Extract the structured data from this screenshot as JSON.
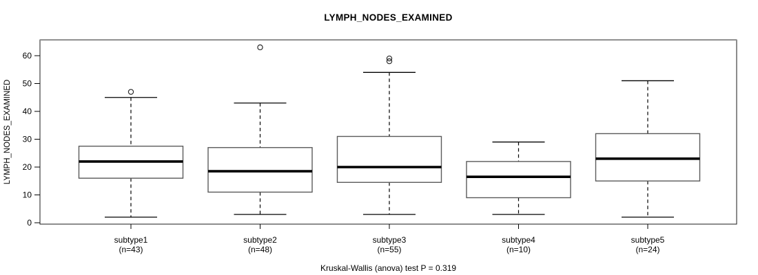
{
  "title": "LYMPH_NODES_EXAMINED",
  "chart_data": {
    "type": "boxplot",
    "title": "LYMPH_NODES_EXAMINED",
    "xlabel": "",
    "ylabel": "LYMPH_NODES_EXAMINED",
    "ylim": [
      0,
      65
    ],
    "yticks": [
      0,
      10,
      20,
      30,
      40,
      50,
      60
    ],
    "grid": "off",
    "annotation": "Kruskal-Wallis (anova) test P = 0.319",
    "groups": [
      {
        "label": "subtype1",
        "sublabel": "(n=43)",
        "n": 43,
        "whisker_low": 2,
        "q1": 16,
        "median": 22,
        "q3": 27.5,
        "whisker_high": 45,
        "outliers": [
          47
        ]
      },
      {
        "label": "subtype2",
        "sublabel": "(n=48)",
        "n": 48,
        "whisker_low": 3,
        "q1": 11,
        "median": 18.5,
        "q3": 27,
        "whisker_high": 43,
        "outliers": [
          63
        ]
      },
      {
        "label": "subtype3",
        "sublabel": "(n=55)",
        "n": 55,
        "whisker_low": 3,
        "q1": 14.5,
        "median": 20,
        "q3": 31,
        "whisker_high": 54,
        "outliers": [
          58,
          59
        ]
      },
      {
        "label": "subtype4",
        "sublabel": "(n=10)",
        "n": 10,
        "whisker_low": 3,
        "q1": 9,
        "median": 16.5,
        "q3": 22,
        "whisker_high": 29,
        "outliers": []
      },
      {
        "label": "subtype5",
        "sublabel": "(n=24)",
        "n": 24,
        "whisker_low": 2,
        "q1": 15,
        "median": 23,
        "q3": 32,
        "whisker_high": 51,
        "outliers": []
      }
    ],
    "colors": {
      "background": "#ffffff",
      "line": "#000000",
      "frame_top": "#8f8f8f",
      "frame": "#1a1a1a",
      "box_border": "#5a5a5a",
      "box_fill": "#ffffff",
      "median": "#000000",
      "outlier_stroke": "#2b2b2b",
      "text": "#000000"
    }
  }
}
